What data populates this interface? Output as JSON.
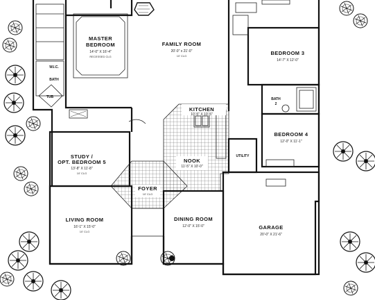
{
  "rooms": {
    "master": {
      "name_line1": "MASTER",
      "name_line2": "BEDROOM",
      "dims": "14'-0\" X 16'-4\"",
      "note": "RECESSED CLG"
    },
    "family": {
      "name": "FAMILY ROOM",
      "dims": "20'-0\" x 21'-0\"",
      "note": "10' CLG"
    },
    "bedroom3": {
      "name": "BEDROOM 3",
      "dims": "14'-7\" X 12'-0\""
    },
    "bedroom4": {
      "name": "BEDROOM 4",
      "dims": "12'-0\" X 11'-1\""
    },
    "kitchen": {
      "name": "KITCHEN",
      "dims": "10'-5\" X 10'-5\""
    },
    "nook": {
      "name": "NOOK",
      "dims": "11'-5\" X 10'-0\""
    },
    "study": {
      "name_line1": "STUDY /",
      "name_line2": "OPT. BEDROOM 5",
      "dims": "13'-8\" X 11'-8\"",
      "note": "10' CLG"
    },
    "foyer": {
      "name": "FOYER",
      "note": "10' CLG"
    },
    "living": {
      "name": "LIVING ROOM",
      "dims": "16'-1\" X 15'-0\"",
      "note": "10' CLG"
    },
    "dining": {
      "name": "DINING ROOM",
      "dims": "12'-0\" X 15'-0\""
    },
    "garage": {
      "name": "GARAGE",
      "dims": "20'-0\" X 21'-6\""
    },
    "utility": {
      "name": "UTILITY"
    },
    "bath_master": {
      "name": "BATH"
    },
    "bath2": {
      "name_line1": "BATH",
      "name_line2": "2"
    },
    "tub": {
      "name": "TUB"
    },
    "wic": {
      "name": "W.I.C."
    }
  }
}
